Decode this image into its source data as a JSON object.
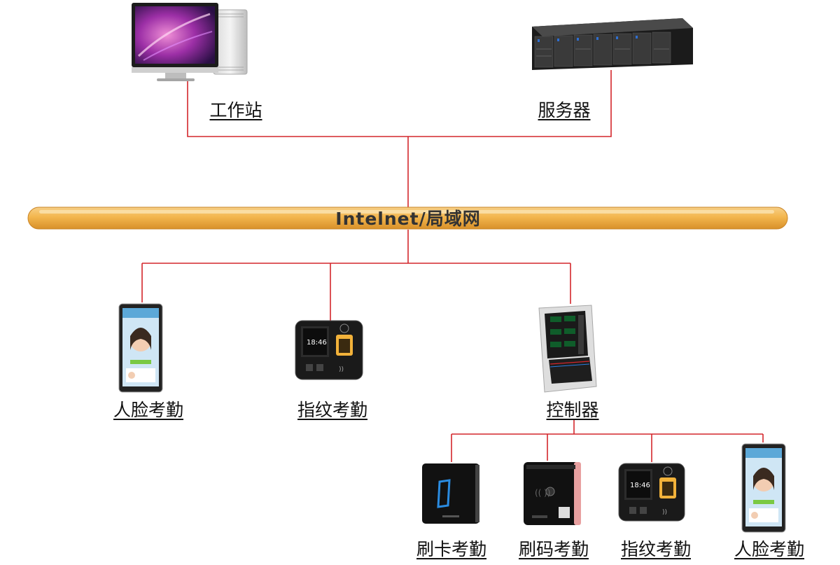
{
  "colors": {
    "link_line": "#d4262b",
    "bus_fill": "#f3b64d",
    "bus_edge": "#d8902a"
  },
  "bus": {
    "label": "Intelnet/局域网"
  },
  "nodes": {
    "workstation": {
      "label": "工作站",
      "icon": "desktop-computer-icon"
    },
    "server": {
      "label": "服务器",
      "icon": "rack-server-icon"
    },
    "face_attendance_1": {
      "label": "人脸考勤",
      "icon": "face-terminal-icon"
    },
    "fingerprint_attendance_1": {
      "label": "指纹考勤",
      "icon": "fingerprint-terminal-icon",
      "screen_time": "18:46"
    },
    "controller": {
      "label": "控制器",
      "icon": "access-controller-icon"
    },
    "card_attendance": {
      "label": "刷卡考勤",
      "icon": "card-reader-icon"
    },
    "qr_attendance": {
      "label": "刷码考勤",
      "icon": "qr-reader-icon"
    },
    "fingerprint_attendance_2": {
      "label": "指纹考勤",
      "icon": "fingerprint-terminal-icon",
      "screen_time": "18:46"
    },
    "face_attendance_2": {
      "label": "人脸考勤",
      "icon": "face-terminal-icon"
    }
  }
}
